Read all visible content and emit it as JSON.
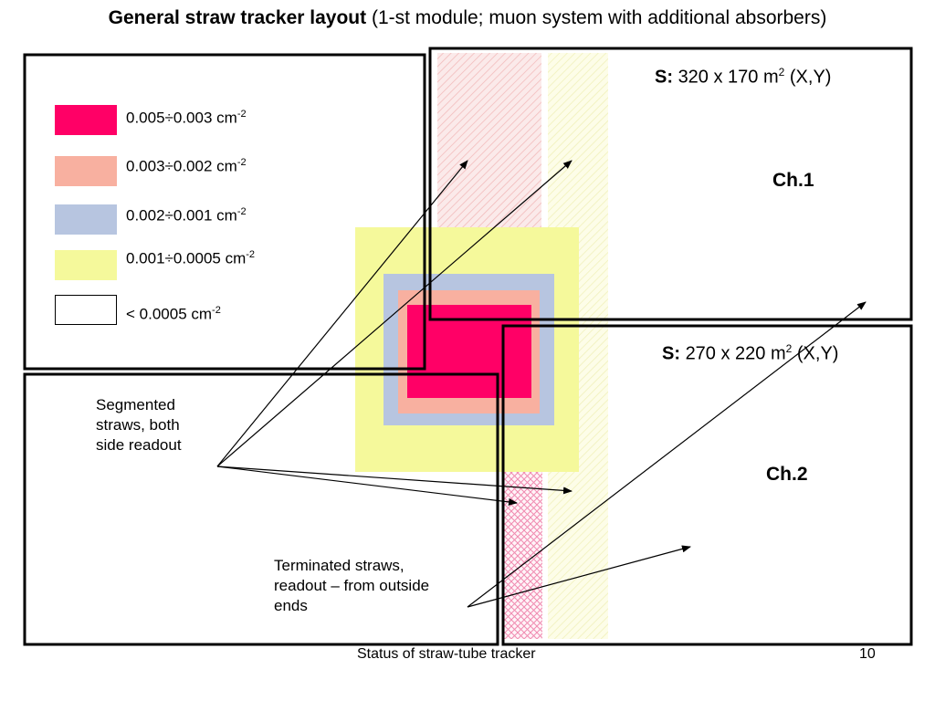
{
  "title": {
    "bold": "General straw tracker layout",
    "rest": "(1-st module; muon system with additional absorbers)"
  },
  "legend": [
    {
      "label": "0.005÷0.003  cm",
      "exp": "-2",
      "color": "#ff0066"
    },
    {
      "label": "0.003÷0.002  cm",
      "exp": "-2",
      "color": "#f8b0a0"
    },
    {
      "label": "0.002÷0.001  cm",
      "exp": "-2",
      "color": "#b7c5e0"
    },
    {
      "label": "0.001÷0.0005  cm",
      "exp": "-2",
      "color": "#f5f99b"
    },
    {
      "label": "< 0.0005  cm",
      "exp": "-2",
      "color": "#ffffff"
    }
  ],
  "ch1": {
    "s_prefix": "S:",
    "s_value": "320 x 170 m",
    "s_exp": "2",
    "s_suffix": "(X,Y)",
    "label": "Ch.1"
  },
  "ch2": {
    "s_prefix": "S:",
    "s_value": "270 x 220 m",
    "s_exp": "2",
    "s_suffix": "(X,Y)",
    "label": "Ch.2"
  },
  "notes": {
    "segmented": [
      "Segmented",
      "straws, both",
      "side readout"
    ],
    "terminated": [
      "Terminated straws,",
      "readout – from outside",
      "ends"
    ]
  },
  "footer": {
    "text": "Status of straw-tube tracker",
    "page": "10"
  }
}
